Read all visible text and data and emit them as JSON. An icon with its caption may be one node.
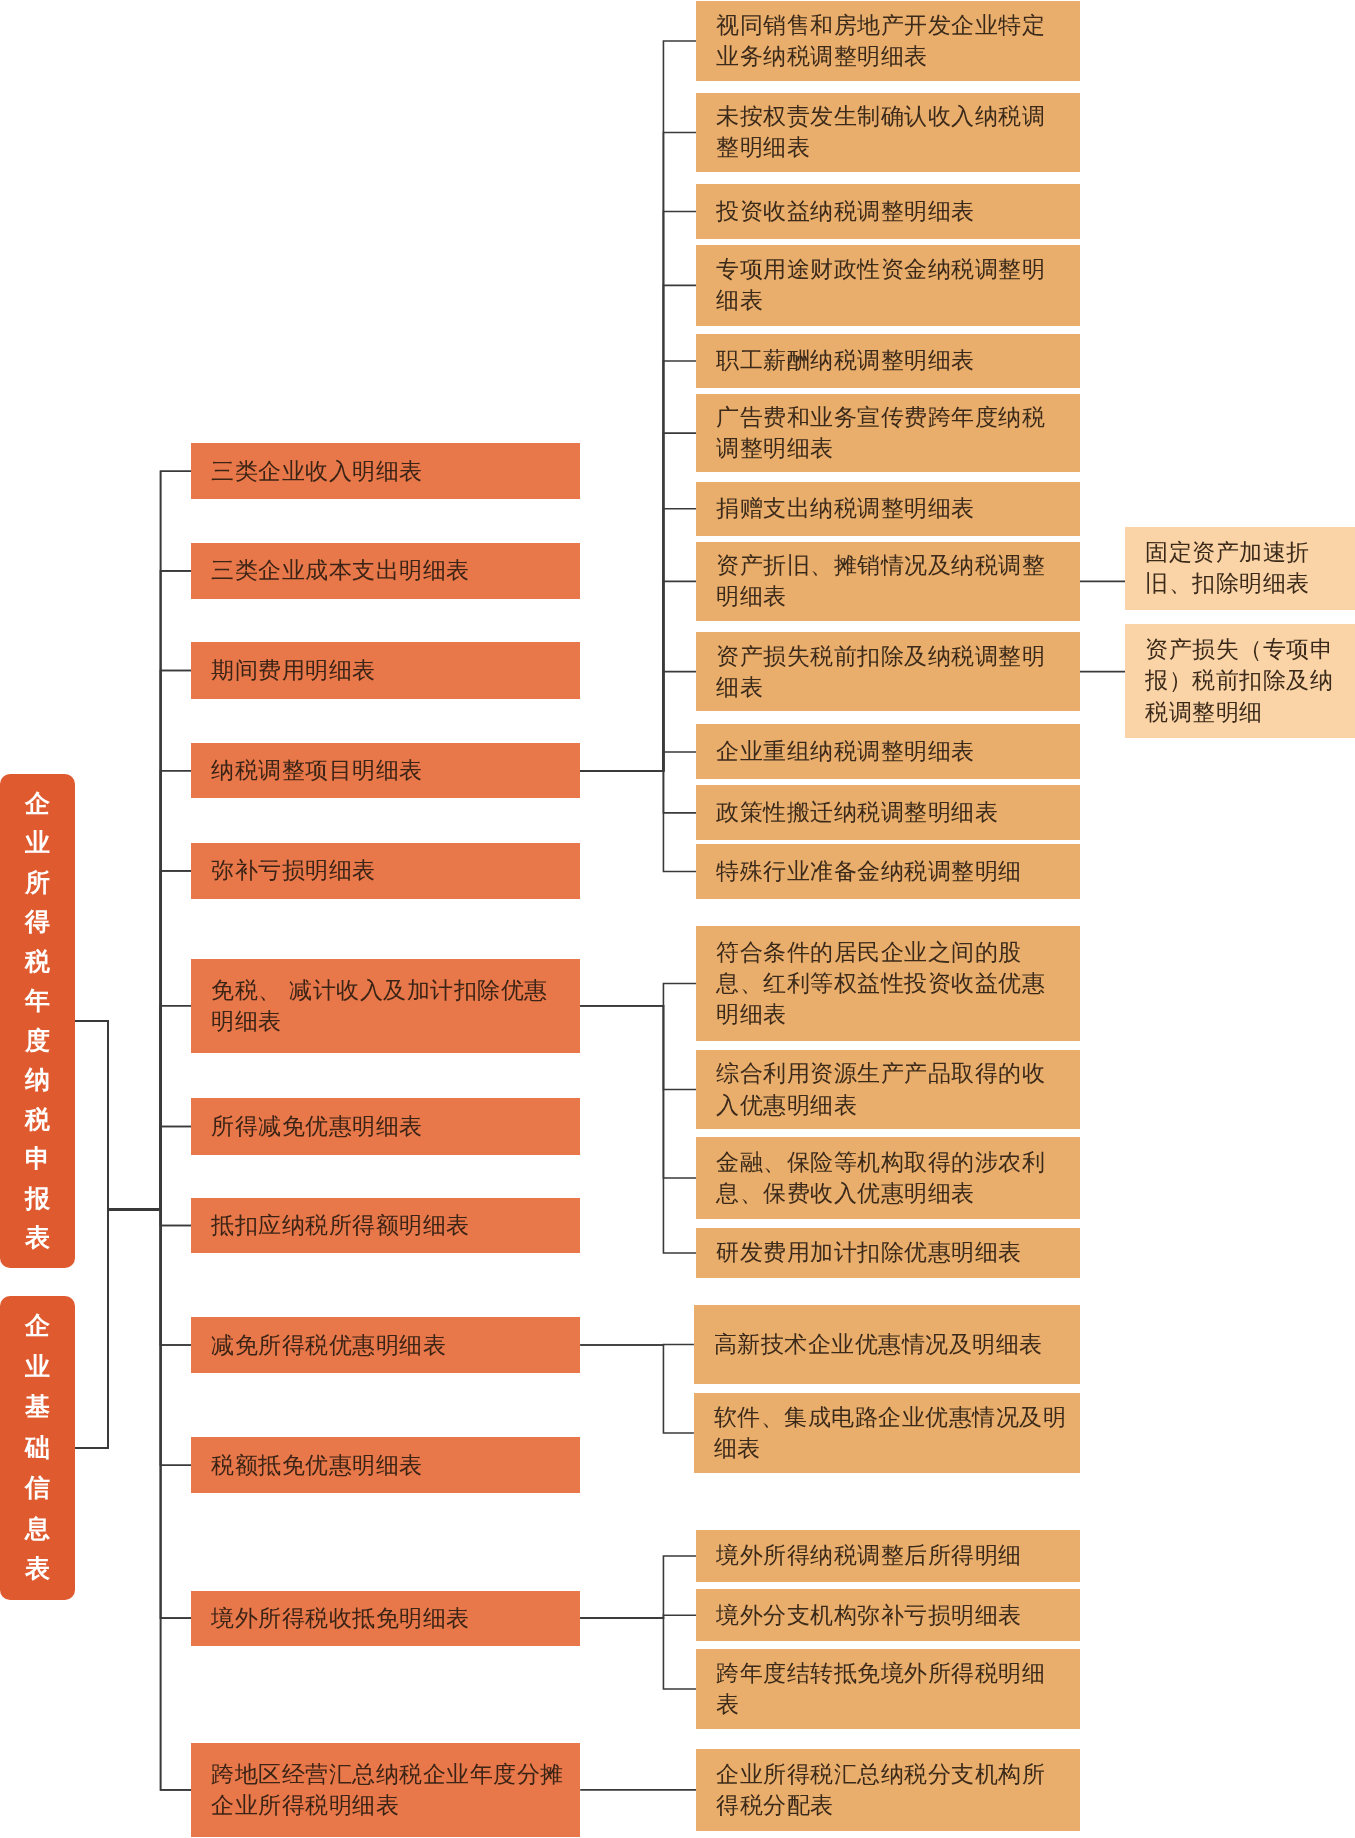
{
  "diagram": {
    "nodes": [
      {
        "text": [
          "企业所得税年度纳税申报表"
        ]
      },
      {
        "text": [
          "企业基础信息表"
        ]
      },
      {
        "text": [
          "三类企业收入明细表"
        ]
      },
      {
        "text": [
          "三类企业成本支出明细表"
        ]
      },
      {
        "text": [
          "期间费用明细表"
        ]
      },
      {
        "text": [
          "纳税调整项目明细表"
        ]
      },
      {
        "text": [
          "弥补亏损明细表"
        ]
      },
      {
        "text": [
          "免税、 减计收入及加计扣除优惠明细表"
        ]
      },
      {
        "text": [
          "所得减免优惠明细表"
        ]
      },
      {
        "text": [
          "抵扣应纳税所得额明细表"
        ]
      },
      {
        "text": [
          "减免所得税优惠明细表"
        ]
      },
      {
        "text": [
          "税额抵免优惠明细表"
        ]
      },
      {
        "text": [
          "境外所得税收抵免明细表"
        ]
      },
      {
        "text": [
          "跨地区经营汇总纳税企业年度分摊企业所得税明细表"
        ]
      },
      {
        "text": [
          "视同销售和房地产开发企业特定业务纳税调整明细表"
        ]
      },
      {
        "text": [
          "未按权责发生制确认收入纳税调整明细表"
        ]
      },
      {
        "text": [
          "投资收益纳税调整明细表"
        ]
      },
      {
        "text": [
          "专项用途财政性资金纳税调整明细表"
        ]
      },
      {
        "text": [
          "职工薪酬纳税调整明细表"
        ]
      },
      {
        "text": [
          "广告费和业务宣传费跨年度纳税调整明细表"
        ]
      },
      {
        "text": [
          "捐赠支出纳税调整明细表"
        ]
      },
      {
        "text": [
          "资产折旧、摊销情况及纳税调整明细表"
        ]
      },
      {
        "text": [
          "固定资产加速折旧、扣除明细表"
        ]
      },
      {
        "text": [
          "资产损失税前扣除及纳税调整明细表"
        ]
      },
      {
        "text": [
          "资产损失（专项申报）税前扣除及纳税调整明细"
        ]
      },
      {
        "text": [
          "企业重组纳税调整明细表"
        ]
      },
      {
        "text": [
          "政策性搬迁纳税调整明细表"
        ]
      },
      {
        "text": [
          "特殊行业准备金纳税调整明细"
        ]
      },
      {
        "text": [
          "符合条件的居民企业之间的股息、红利等权益性投资收益优惠明细表"
        ]
      },
      {
        "text": [
          "综合利用资源生产产品取得的收入优惠明细表"
        ]
      },
      {
        "text": [
          "金融、保险等机构取得的涉农利息、保费收入优惠明细表"
        ]
      },
      {
        "text": [
          "研发费用加计扣除优惠明细表"
        ]
      },
      {
        "text": [
          "高新技术企业优惠情况及明细表"
        ]
      },
      {
        "text": [
          "软件、集成电路企业优惠情况及明细表"
        ]
      },
      {
        "text": [
          "境外所得纳税调整后所得明细"
        ]
      },
      {
        "text": [
          "境外分支机构弥补亏损明细表"
        ]
      },
      {
        "text": [
          "跨年度结转抵免境外所得税明细表"
        ]
      },
      {
        "text": [
          "企业所得税汇总纳税分支机构所得税分配表"
        ]
      }
    ],
    "edges": [
      {
        "from": 0,
        "to": 2,
        "arrow": "none"
      },
      {
        "from": 0,
        "to": 3,
        "arrow": "none"
      },
      {
        "from": 0,
        "to": 4,
        "arrow": "none"
      },
      {
        "from": 0,
        "to": 5,
        "arrow": "none"
      },
      {
        "from": 0,
        "to": 6,
        "arrow": "none"
      },
      {
        "from": 0,
        "to": 7,
        "arrow": "none"
      },
      {
        "from": 0,
        "to": 8,
        "arrow": "none"
      },
      {
        "from": 0,
        "to": 9,
        "arrow": "none"
      },
      {
        "from": 0,
        "to": 10,
        "arrow": "none"
      },
      {
        "from": 0,
        "to": 11,
        "arrow": "none"
      },
      {
        "from": 0,
        "to": 12,
        "arrow": "none"
      },
      {
        "from": 0,
        "to": 13,
        "arrow": "none"
      },
      {
        "from": 1,
        "to": 2,
        "arrow": "none"
      },
      {
        "from": 1,
        "to": 3,
        "arrow": "none"
      },
      {
        "from": 1,
        "to": 4,
        "arrow": "none"
      },
      {
        "from": 1,
        "to": 5,
        "arrow": "none"
      },
      {
        "from": 1,
        "to": 6,
        "arrow": "none"
      },
      {
        "from": 1,
        "to": 7,
        "arrow": "none"
      },
      {
        "from": 1,
        "to": 8,
        "arrow": "none"
      },
      {
        "from": 1,
        "to": 9,
        "arrow": "none"
      },
      {
        "from": 1,
        "to": 10,
        "arrow": "none"
      },
      {
        "from": 1,
        "to": 11,
        "arrow": "none"
      },
      {
        "from": 1,
        "to": 12,
        "arrow": "none"
      },
      {
        "from": 1,
        "to": 13,
        "arrow": "none"
      },
      {
        "from": 5,
        "to": 14,
        "arrow": "none"
      },
      {
        "from": 5,
        "to": 15,
        "arrow": "none"
      },
      {
        "from": 5,
        "to": 16,
        "arrow": "none"
      },
      {
        "from": 5,
        "to": 17,
        "arrow": "none"
      },
      {
        "from": 5,
        "to": 18,
        "arrow": "none"
      },
      {
        "from": 5,
        "to": 19,
        "arrow": "none"
      },
      {
        "from": 5,
        "to": 20,
        "arrow": "none"
      },
      {
        "from": 5,
        "to": 21,
        "arrow": "none"
      },
      {
        "from": 21,
        "to": 22,
        "arrow": "none"
      },
      {
        "from": 5,
        "to": 23,
        "arrow": "none"
      },
      {
        "from": 23,
        "to": 24,
        "arrow": "none"
      },
      {
        "from": 5,
        "to": 25,
        "arrow": "none"
      },
      {
        "from": 5,
        "to": 26,
        "arrow": "none"
      },
      {
        "from": 5,
        "to": 27,
        "arrow": "none"
      },
      {
        "from": 7,
        "to": 28,
        "arrow": "none"
      },
      {
        "from": 7,
        "to": 29,
        "arrow": "none"
      },
      {
        "from": 7,
        "to": 30,
        "arrow": "none"
      },
      {
        "from": 7,
        "to": 31,
        "arrow": "none"
      },
      {
        "from": 10,
        "to": 32,
        "arrow": "none"
      },
      {
        "from": 10,
        "to": 33,
        "arrow": "none"
      },
      {
        "from": 12,
        "to": 34,
        "arrow": "none"
      },
      {
        "from": 12,
        "to": 35,
        "arrow": "none"
      },
      {
        "from": 12,
        "to": 36,
        "arrow": "none"
      },
      {
        "from": 13,
        "to": 37,
        "arrow": "none"
      }
    ]
  }
}
